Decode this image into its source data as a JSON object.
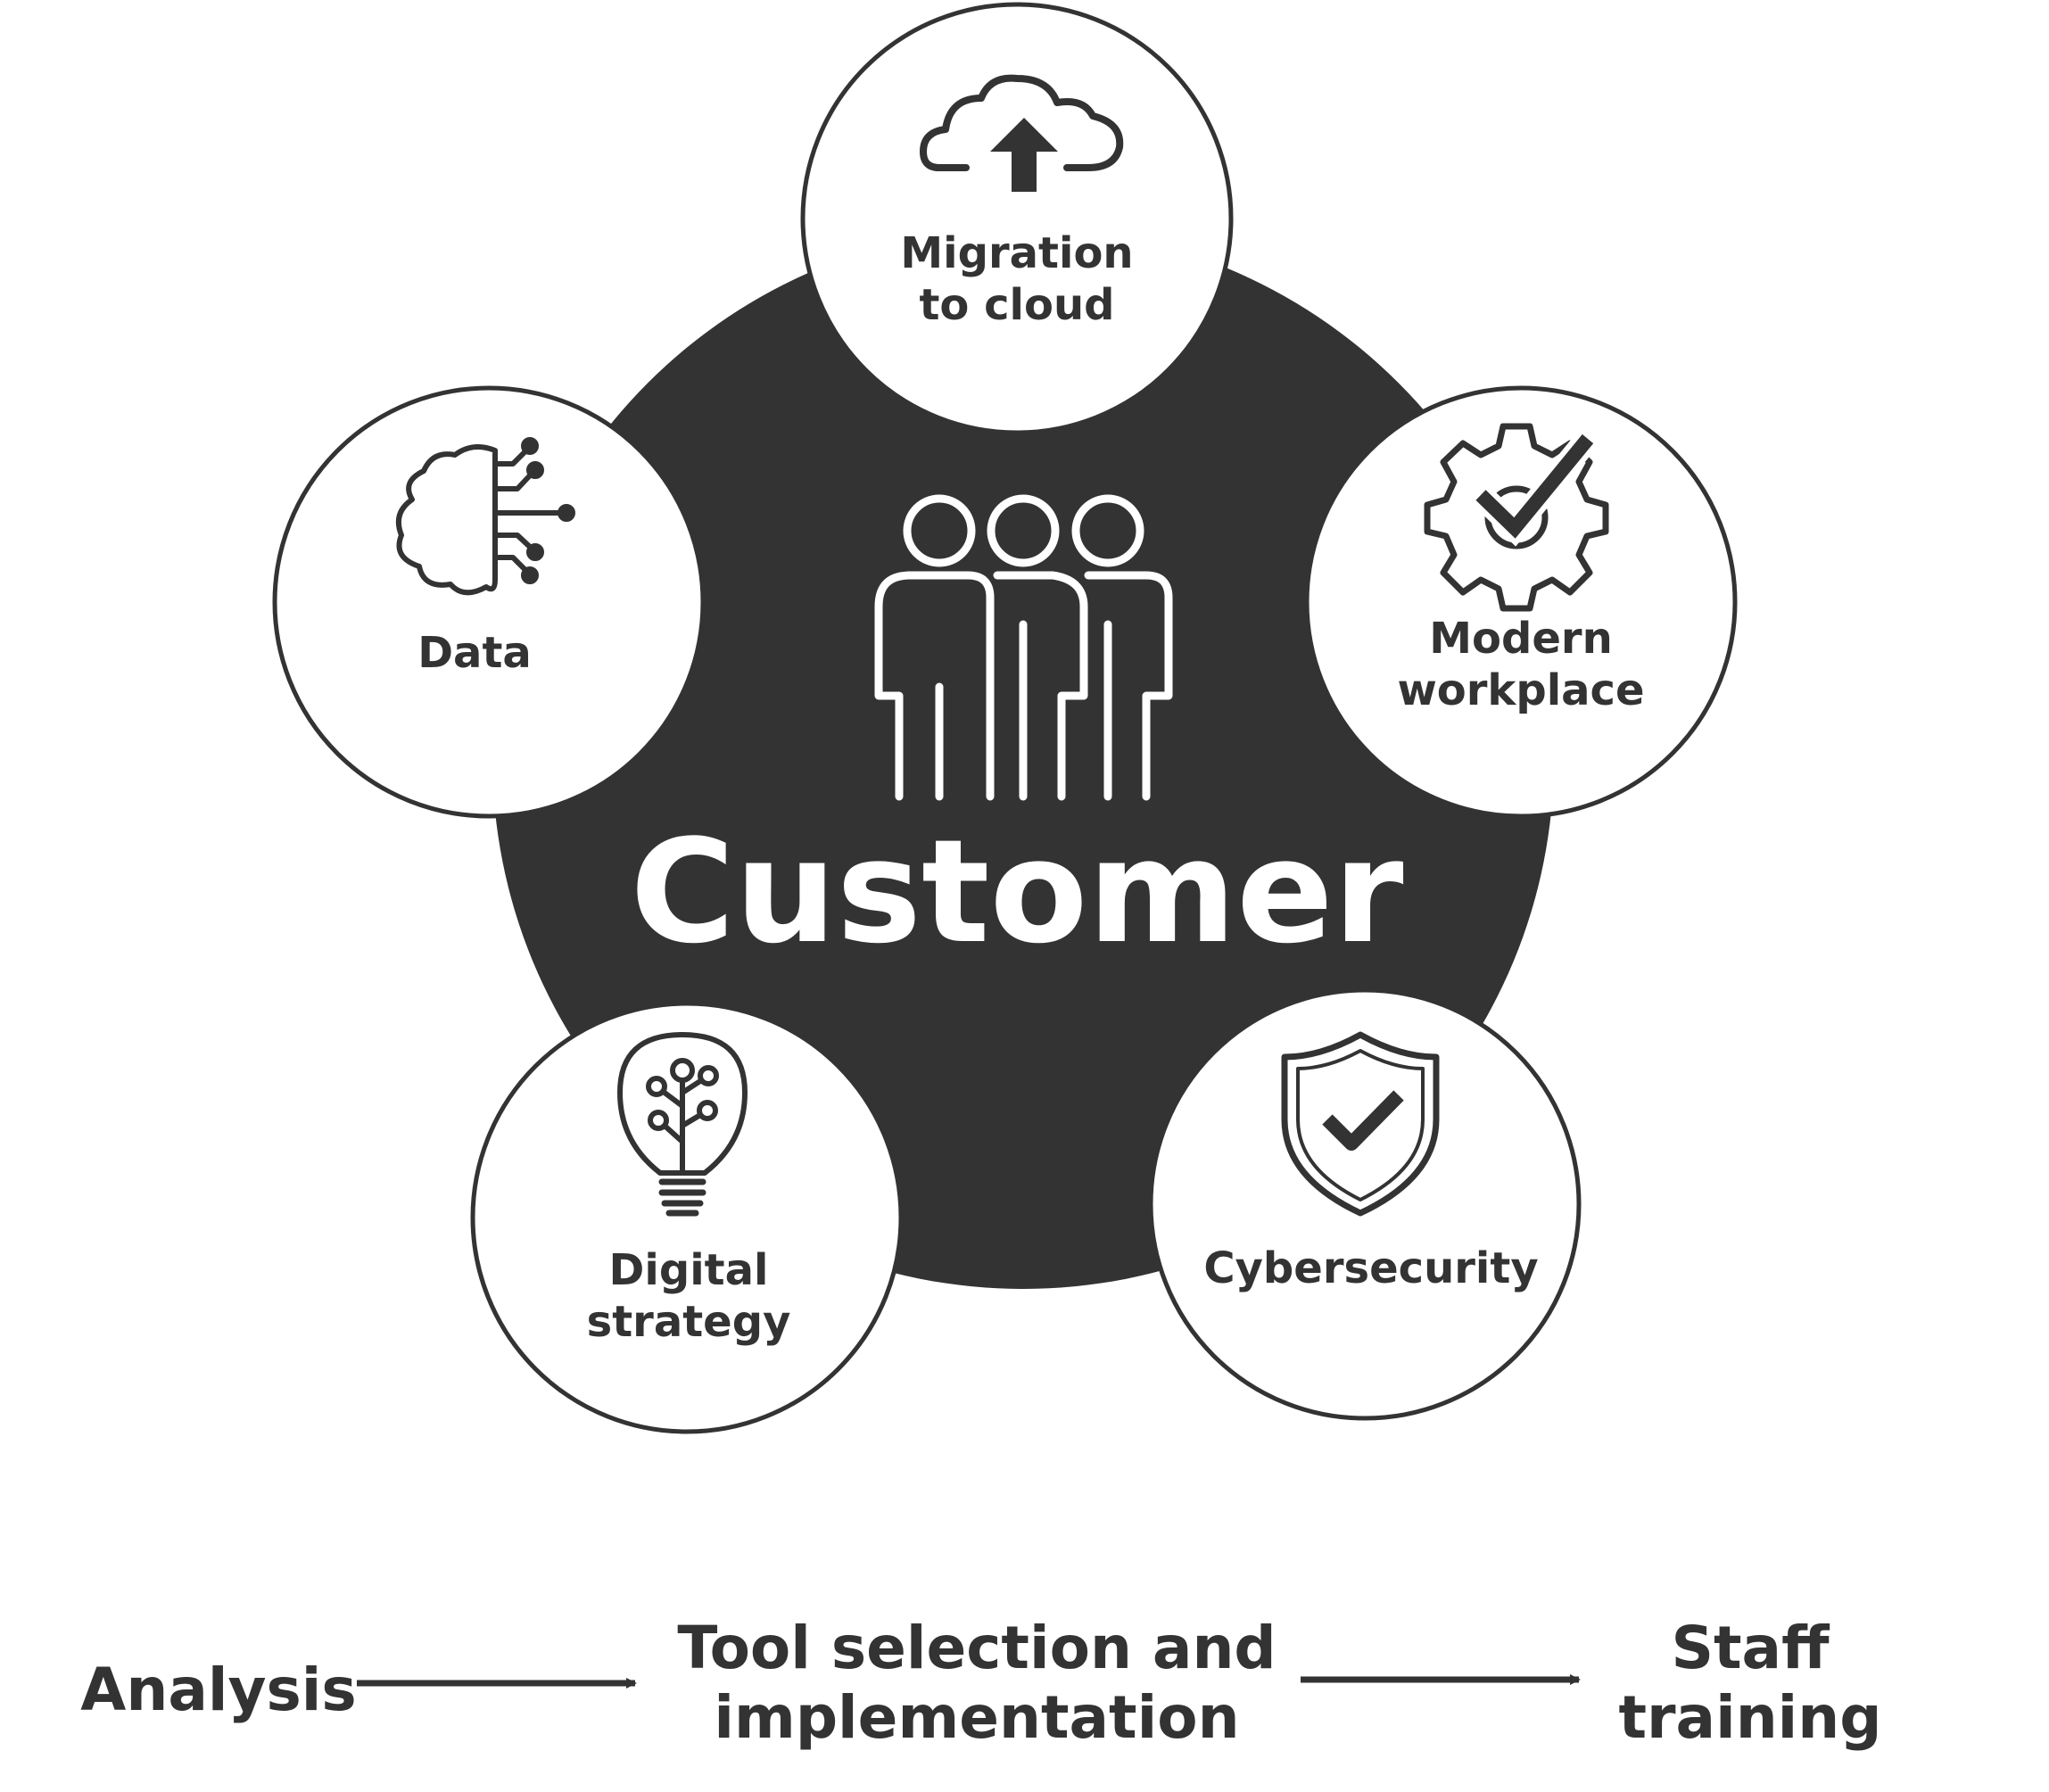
{
  "colors": {
    "hub_fill": "#333333",
    "node_fill": "#ffffff",
    "node_stroke": "#333333",
    "icon_on_dark": "#ffffff",
    "text": "#333333"
  },
  "hub": {
    "icon": "people-group-icon",
    "title": "Customer"
  },
  "nodes": [
    {
      "icon": "cloud-upload-icon",
      "lines": [
        "Migration",
        "to cloud"
      ]
    },
    {
      "icon": "gear-check-icon",
      "lines": [
        "Modern",
        "workplace"
      ]
    },
    {
      "icon": "shield-check-icon",
      "lines": [
        "Cybersecurity"
      ]
    },
    {
      "icon": "lightbulb-circuit-icon",
      "lines": [
        "Digital",
        "strategy"
      ]
    },
    {
      "icon": "brain-circuit-icon",
      "lines": [
        "Data"
      ]
    }
  ],
  "process": {
    "steps": [
      {
        "lines": [
          "Analysis"
        ]
      },
      {
        "lines": [
          "Tool selection and",
          "implementation"
        ]
      },
      {
        "lines": [
          "Staff",
          "training"
        ]
      }
    ]
  }
}
